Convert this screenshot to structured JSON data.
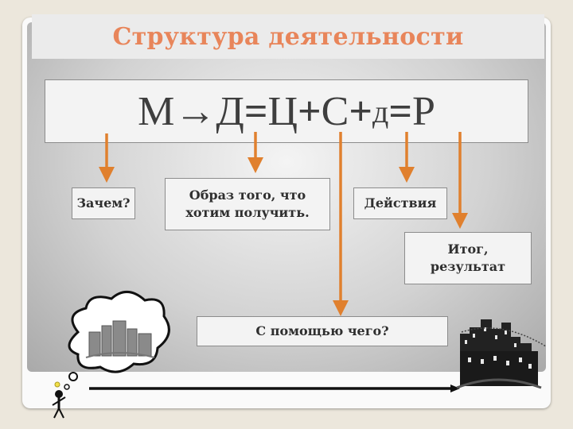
{
  "title": "Структура деятельности",
  "formula": {
    "parts": [
      {
        "text": "М",
        "style": "normal"
      },
      {
        "text": "→",
        "style": "normal"
      },
      {
        "text": "Д",
        "style": "normal"
      },
      {
        "text": "=",
        "style": "bold"
      },
      {
        "text": "Ц",
        "style": "normal"
      },
      {
        "text": "+",
        "style": "bold"
      },
      {
        "text": "С",
        "style": "normal"
      },
      {
        "text": "+",
        "style": "bold"
      },
      {
        "text": "д",
        "style": "small"
      },
      {
        "text": "=",
        "style": "bold"
      },
      {
        "text": "Р",
        "style": "normal"
      }
    ]
  },
  "labels": {
    "why": "Зачем?",
    "goal_line1": "Образ того, что",
    "goal_line2": "хотим получить.",
    "actions": "Действия",
    "result_line1": "Итог,",
    "result_line2": "результат",
    "means": "С помощью чего?"
  },
  "colors": {
    "title": "#e8855a",
    "arrow": "#e0802e",
    "text": "#2f2f2f"
  },
  "icons": [
    "thinking-person-icon",
    "thought-bubble-city-icon",
    "city-icon",
    "progress-arrow-icon"
  ]
}
